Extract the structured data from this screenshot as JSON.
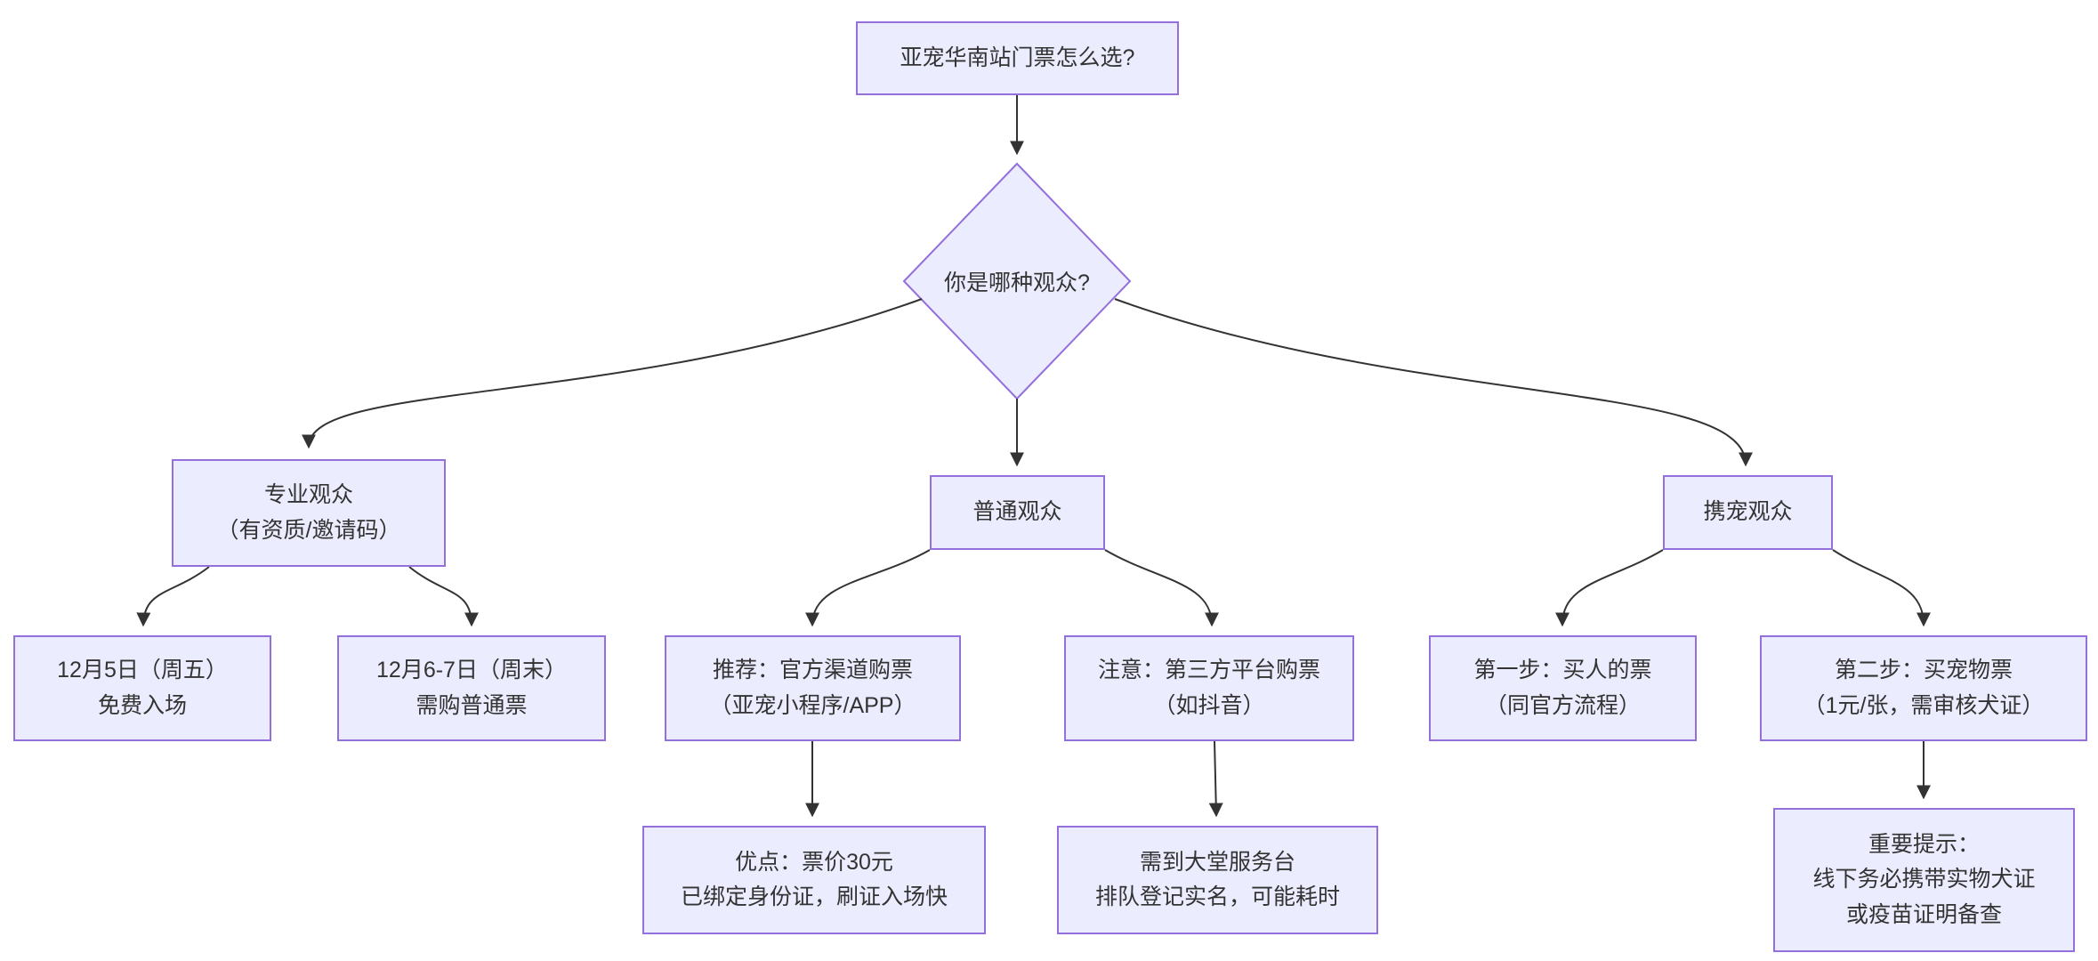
{
  "diagram": {
    "type": "flowchart",
    "colors": {
      "node_fill": "#ECECFF",
      "node_border": "#9370DB",
      "edge": "#333333",
      "text": "#333333",
      "background": "#FFFFFF"
    },
    "nodes": {
      "root": {
        "lines": [
          "亚宠华南站门票怎么选?"
        ]
      },
      "decision": {
        "lines": [
          "你是哪种观众?"
        ]
      },
      "pro": {
        "lines": [
          "专业观众",
          "（有资质/邀请码）"
        ]
      },
      "normal": {
        "lines": [
          "普通观众"
        ]
      },
      "pet": {
        "lines": [
          "携宠观众"
        ]
      },
      "pro_fri": {
        "lines": [
          "12月5日（周五）",
          "免费入场"
        ]
      },
      "pro_weekend": {
        "lines": [
          "12月6-7日（周末）",
          "需购普通票"
        ]
      },
      "official": {
        "lines": [
          "推荐：官方渠道购票",
          "（亚宠小程序/APP）"
        ]
      },
      "thirdparty": {
        "lines": [
          "注意：第三方平台购票",
          "（如抖音）"
        ]
      },
      "pet_step1": {
        "lines": [
          "第一步：买人的票",
          "（同官方流程）"
        ]
      },
      "pet_step2": {
        "lines": [
          "第二步：买宠物票",
          "（1元/张，需审核犬证）"
        ]
      },
      "benefit": {
        "lines": [
          "优点：票价30元",
          "已绑定身份证，刷证入场快"
        ]
      },
      "desk": {
        "lines": [
          "需到大堂服务台",
          "排队登记实名，可能耗时"
        ]
      },
      "reminder": {
        "lines": [
          "重要提示：",
          "线下务必携带实物犬证",
          "或疫苗证明备查"
        ]
      }
    }
  }
}
